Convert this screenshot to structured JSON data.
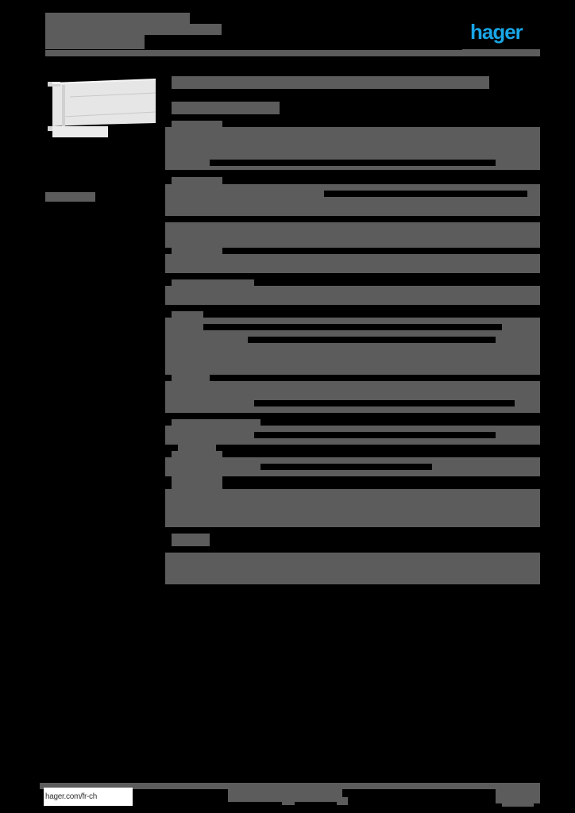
{
  "header": {
    "brand_logo_text": "hager",
    "brand_color": "#19a5e6",
    "title_redacted": true,
    "subtitle_redacted": true
  },
  "product": {
    "image_alt": "cable-trunking-rail-product-image",
    "label_redacted": true
  },
  "main": {
    "heading_redacted": true,
    "subheading_redacted": true,
    "sections_redacted_count": 10
  },
  "footer": {
    "url": "hager.com/fr-ch",
    "page_info_redacted": true
  },
  "colors": {
    "background": "#000000",
    "redaction": "#5b5c5b",
    "accent": "#19a5e6"
  }
}
